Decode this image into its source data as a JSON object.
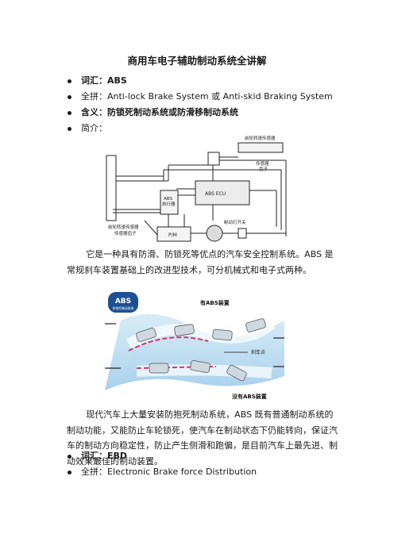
{
  "title": "商用车电子辅助制动系统全讲解",
  "abs_section": {
    "items": [
      {
        "label": "词汇：",
        "value": "ABS",
        "bold": true
      },
      {
        "label": "全拼：",
        "value": "Anti-lock Brake System 或 Anti-skid Braking System",
        "bold": false
      },
      {
        "label": "含义：",
        "value": "防锁死制动系统或防滑移制动系统",
        "bold": true
      },
      {
        "label": "简介：",
        "value": "",
        "bold": false
      }
    ]
  },
  "figure1": {
    "labels": {
      "top_sensor": "前轮转速传感器",
      "top_right": "传感器",
      "top_right2": "齿子",
      "ecu": "ABS ECU",
      "valve": "ABS",
      "valve2": "执行器",
      "left_sensor": "前轮转速传感器",
      "left_sensor2": "传感器齿子",
      "pm": "P/M",
      "brake_switch": "制动灯开关"
    }
  },
  "paragraph1": "它是一种具有防滑、防锁死等优点的汽车安全控制系统。ABS 是常规刹车装置基础上的改进型技术，可分机械式和电子式两种。",
  "figure2": {
    "badge": "ABS",
    "badge_sub": "防抱死制动系统",
    "label_top": "有ABS装置",
    "label_mid": "刹车点",
    "label_bottom": "没有ABS装置"
  },
  "paragraph2": "现代汽车上大量安装防抱死制动系统，ABS 既有普通制动系统的制动功能，又能防止车轮锁死，使汽车在制动状态下仍能转向，保证汽车的制动方向稳定性，防止产生侧滑和跑偏，是目前汽车上最先进、制动效果最佳的制动装置。",
  "ebd_section": {
    "items": [
      {
        "label": "词汇：",
        "value": "EBD"
      },
      {
        "label": "全拼：",
        "value": "Electronic Brake force Distribution"
      }
    ]
  }
}
